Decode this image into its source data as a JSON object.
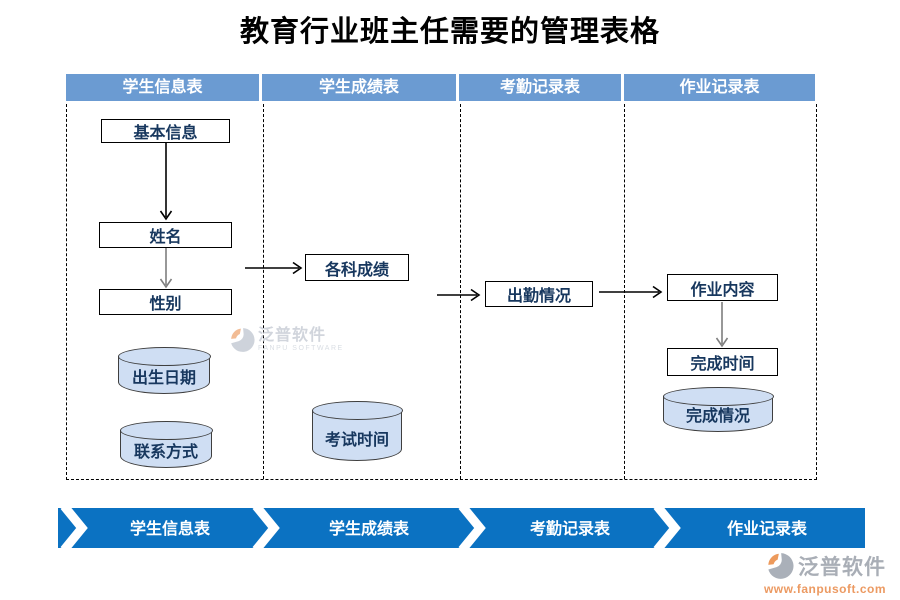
{
  "title": "教育行业班主任需要的管理表格",
  "columns": [
    {
      "header": "学生信息表",
      "boxes": [
        "基本信息",
        "姓名",
        "性别"
      ],
      "cylinders": [
        "出生日期",
        "联系方式"
      ]
    },
    {
      "header": "学生成绩表",
      "boxes": [
        "各科成绩"
      ],
      "cylinders": [
        "考试时间"
      ]
    },
    {
      "header": "考勤记录表",
      "boxes": [
        "出勤情况"
      ],
      "cylinders": []
    },
    {
      "header": "作业记录表",
      "boxes": [
        "作业内容",
        "完成时间"
      ],
      "cylinders": [
        "完成情况"
      ]
    }
  ],
  "banner": {
    "steps": [
      "学生信息表",
      "学生成绩表",
      "考勤记录表",
      "作业记录表"
    ]
  },
  "watermark": {
    "brand": "泛普软件",
    "brand_sub": "FANPU SOFTWARE",
    "url": "www.fanpusoft.com"
  },
  "colors": {
    "header_blue": "#6B9BD2",
    "banner_blue": "#0B72C2",
    "cylinder_fill": "#CFDEF3",
    "box_text_navy": "#17375E",
    "watermark_orange": "#EC9A62"
  }
}
